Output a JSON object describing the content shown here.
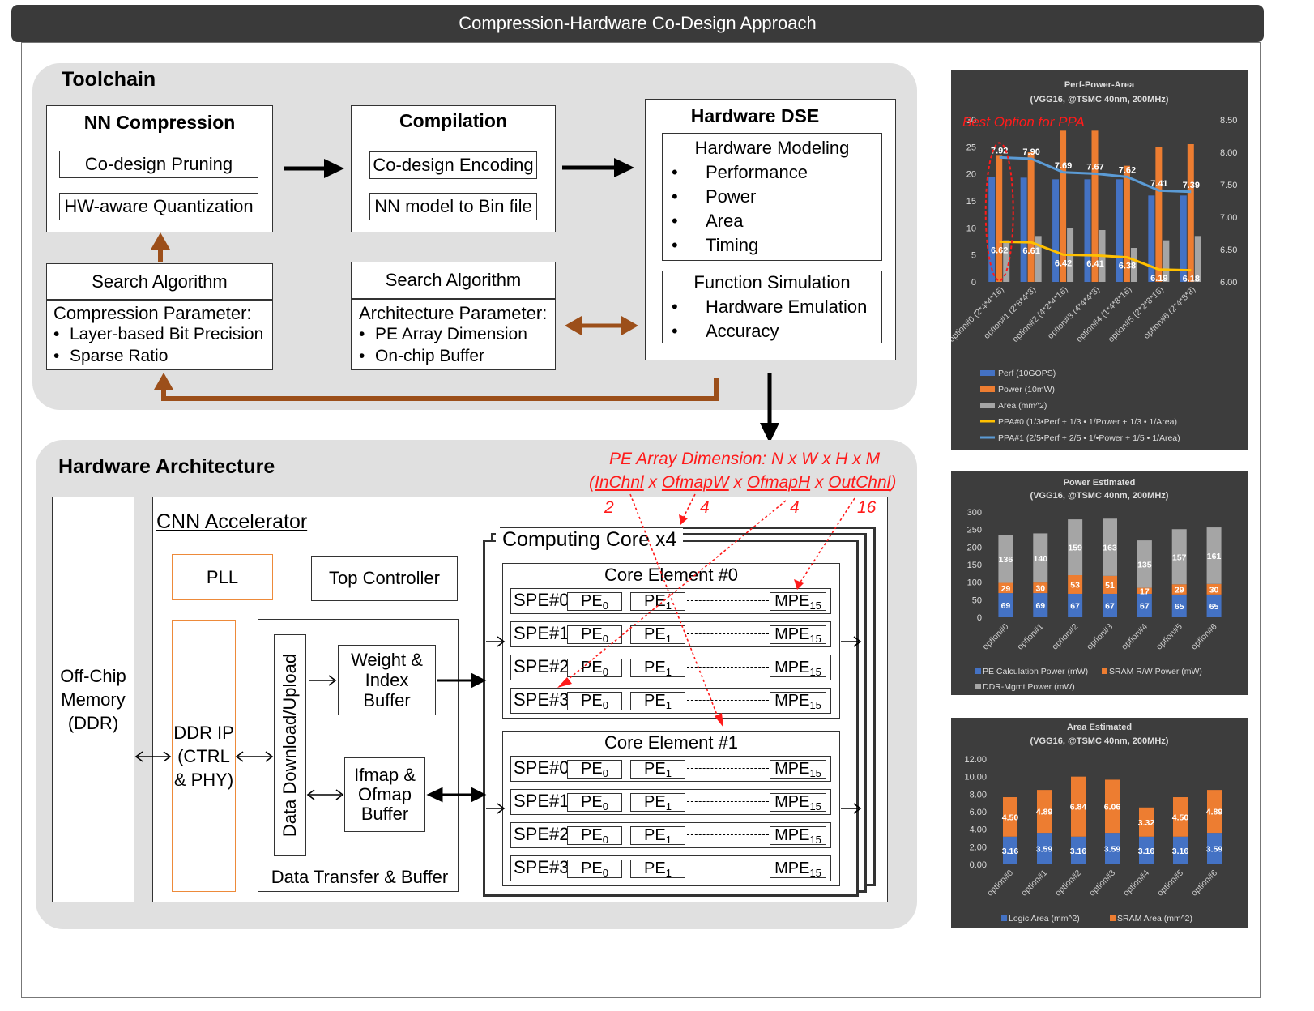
{
  "title": "Compression-Hardware Co-Design Approach",
  "toolchain": {
    "heading": "Toolchain",
    "nn_compression": {
      "title": "NN Compression",
      "items": [
        "Co-design Pruning",
        "HW-aware Quantization"
      ]
    },
    "compilation": {
      "title": "Compilation",
      "items": [
        "Co-design Encoding",
        "NN model to Bin file"
      ]
    },
    "hardware_dse": {
      "title": "Hardware DSE",
      "modeling": {
        "title": "Hardware Modeling",
        "items": [
          "Performance",
          "Power",
          "Area",
          "Timing"
        ]
      },
      "simulation": {
        "title": "Function Simulation",
        "items": [
          "Hardware Emulation",
          "Accuracy"
        ]
      }
    },
    "search_left": {
      "title": "Search Algorithm",
      "param_title": "Compression Parameter:",
      "items": [
        "Layer-based Bit Precision",
        "Sparse Ratio"
      ]
    },
    "search_mid": {
      "title": "Search Algorithm",
      "param_title": "Architecture Parameter:",
      "items": [
        "PE Array Dimension",
        "On-chip Buffer"
      ]
    }
  },
  "hardware_arch": {
    "heading": "Hardware Architecture",
    "offchip": "Off-Chip Memory (DDR)",
    "accel_title": "CNN Accelerator",
    "pll": "PLL",
    "top_controller": "Top Controller",
    "ddr_ip": "DDR IP (CTRL & PHY)",
    "data_dl": "Data Download/Upload",
    "weight_buffer": "Weight & Index Buffer",
    "ifmap_buffer": "Ifmap & Ofmap Buffer",
    "data_transfer": "Data Transfer & Buffer",
    "computing_core": "Computing Core x4",
    "core_elements": [
      {
        "title": "Core Element #0",
        "spes": [
          "SPE#0",
          "SPE#1",
          "SPE#2",
          "SPE#3"
        ]
      },
      {
        "title": "Core Element #1",
        "spes": [
          "SPE#0",
          "SPE#1",
          "SPE#2",
          "SPE#3"
        ]
      }
    ],
    "pe0": "PE",
    "pe0_sub": "0",
    "pe1": "PE",
    "pe1_sub": "1",
    "mpe": "MPE",
    "mpe_sub": "15",
    "pe_dim": {
      "line1": "PE Array Dimension: N x W x H x M",
      "terms": [
        "InChnl",
        "OfmapW",
        "OfmapH",
        "OutChnl"
      ],
      "sep": "x",
      "open": "(",
      "close": ")",
      "values": [
        "2",
        "4",
        "4",
        "16"
      ]
    }
  },
  "chart_data": [
    {
      "type": "bar",
      "title": "Perf-Power-Area",
      "subtitle": "(VGG16, @TSMC 40nm, 200MHz)",
      "annotation": "Best Option for PPA",
      "categories": [
        "option#0 (2*4*4*16)",
        "option#1 (2*8*4*8)",
        "option#2 (4*2*4*16)",
        "option#3 (4*4*4*8)",
        "option#4 (1*4*8*16)",
        "option#5 (2*2*8*16)",
        "option#6 (2*4*8*8)"
      ],
      "ylim": [
        0,
        30
      ],
      "y2lim": [
        6.0,
        8.5
      ],
      "yticks": [
        "0",
        "5",
        "10",
        "15",
        "20",
        "25",
        "30"
      ],
      "y2ticks": [
        "6.00",
        "6.50",
        "7.00",
        "7.50",
        "8.00",
        "8.50"
      ],
      "series": [
        {
          "name": "Perf (10GOPS)",
          "color": "#4472c4",
          "values": [
            19.5,
            19.3,
            19.0,
            19.0,
            19.0,
            16.0,
            16.0
          ]
        },
        {
          "name": "Power (10mW)",
          "color": "#ed7d31",
          "values": [
            23.5,
            24.0,
            28.0,
            28.0,
            21.5,
            25.0,
            25.5
          ]
        },
        {
          "name": "Area (mm^2)",
          "color": "#a5a5a5",
          "values": [
            7.7,
            8.5,
            10.0,
            9.6,
            6.3,
            7.7,
            8.5
          ]
        }
      ],
      "lines": [
        {
          "name": "PPA#0 (1/3•Perf + 1/3 • 1/Power + 1/3 • 1/Area)",
          "color": "#ffc000",
          "values": [
            6.62,
            6.61,
            6.42,
            6.41,
            6.38,
            6.19,
            6.18
          ]
        },
        {
          "name": "PPA#1 (2/5•Perf + 2/5 • 1/•Power + 1/5 • 1/Area)",
          "color": "#5b9bd5",
          "values": [
            7.92,
            7.9,
            7.69,
            7.67,
            7.62,
            7.41,
            7.39
          ]
        }
      ]
    },
    {
      "type": "bar",
      "title": "Power Estimated",
      "subtitle": "(VGG16, @TSMC 40nm, 200MHz)",
      "categories": [
        "option#0",
        "option#1",
        "option#2",
        "option#3",
        "option#4",
        "option#5",
        "option#6"
      ],
      "ylim": [
        0,
        300
      ],
      "yticks": [
        "0",
        "50",
        "100",
        "150",
        "200",
        "250",
        "300"
      ],
      "stacked": true,
      "series": [
        {
          "name": "PE Calculation Power (mW)",
          "color": "#4472c4",
          "values": [
            69,
            69,
            67,
            67,
            67,
            65,
            65
          ]
        },
        {
          "name": "SRAM R/W Power (mW)",
          "color": "#ed7d31",
          "values": [
            29,
            30,
            53,
            51,
            17,
            29,
            30
          ]
        },
        {
          "name": "DDR-Mgmt Power (mW)",
          "color": "#a5a5a5",
          "values": [
            136,
            140,
            159,
            163,
            135,
            157,
            161
          ]
        }
      ]
    },
    {
      "type": "bar",
      "title": "Area Estimated",
      "subtitle": "(VGG16, @TSMC 40nm, 200MHz)",
      "categories": [
        "option#0",
        "option#1",
        "option#2",
        "option#3",
        "option#4",
        "option#5",
        "option#6"
      ],
      "ylim": [
        0,
        12
      ],
      "yticks": [
        "0.00",
        "2.00",
        "4.00",
        "6.00",
        "8.00",
        "10.00",
        "12.00"
      ],
      "stacked": true,
      "series": [
        {
          "name": "Logic Area (mm^2)",
          "color": "#4472c4",
          "values": [
            3.16,
            3.59,
            3.16,
            3.59,
            3.16,
            3.16,
            3.59
          ]
        },
        {
          "name": "SRAM Area (mm^2)",
          "color": "#ed7d31",
          "values": [
            4.5,
            4.89,
            6.84,
            6.06,
            3.32,
            4.5,
            4.89
          ]
        }
      ]
    }
  ]
}
